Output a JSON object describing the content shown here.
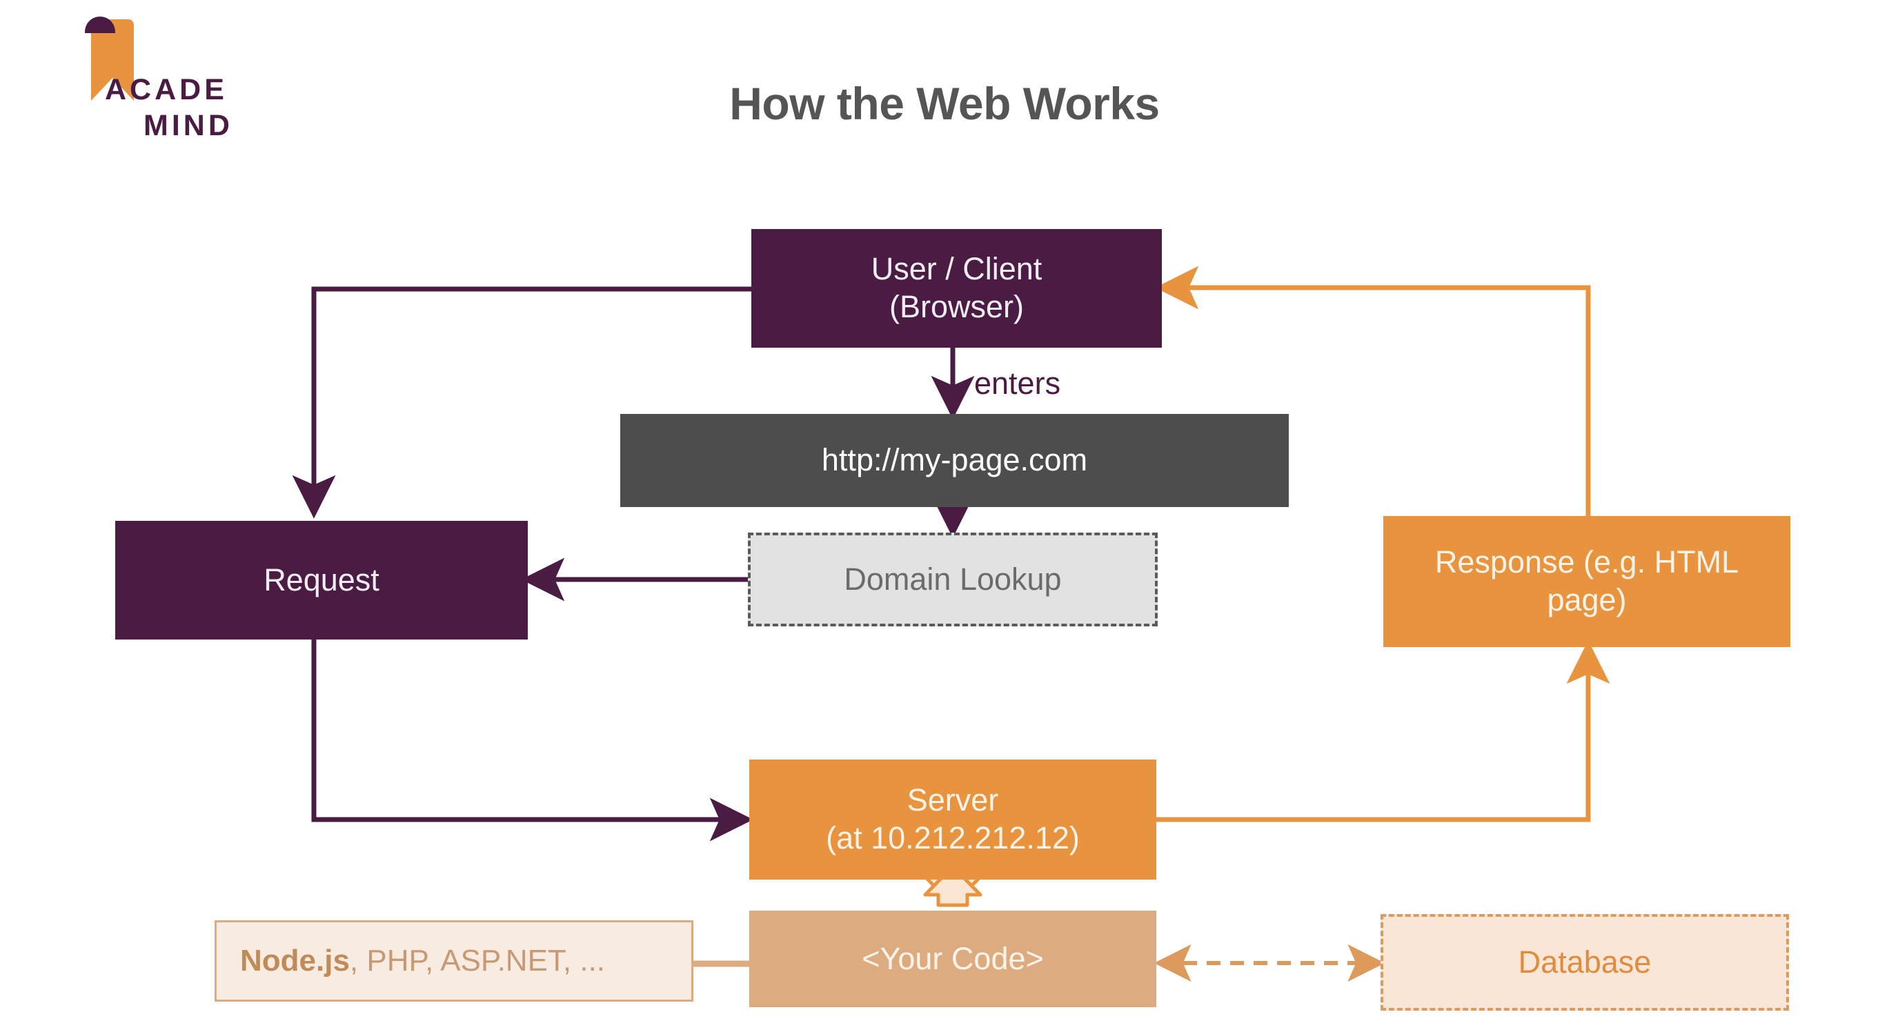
{
  "slide": {
    "title": "How the Web Works",
    "background_color": "#ffffff"
  },
  "logo": {
    "name": "academind-logo",
    "line1": "ACADE",
    "line2": "MIND",
    "mark_color": "#e8943f",
    "text_color": "#4a1c43"
  },
  "palette": {
    "purple": "#4a1c43",
    "orange": "#e8943f",
    "dark_gray": "#4d4d4d",
    "light_gray": "#e2e2e2",
    "tan": "#dcab80",
    "peach": "#fae6d6",
    "cream": "#f8ece2",
    "title_gray": "#555555"
  },
  "nodes": {
    "user_client": {
      "label_line1": "User / Client",
      "label_line2": "(Browser)",
      "fill": "#4a1c43",
      "text": "#f4eef4"
    },
    "url_bar": {
      "label": "http://my-page.com",
      "fill": "#4d4d4d",
      "text": "#ffffff"
    },
    "domain_lookup": {
      "label": "Domain Lookup",
      "fill": "#e2e2e2",
      "text": "#6b6b6b",
      "border": "dashed #5a5a5a"
    },
    "request": {
      "label": "Request",
      "fill": "#4a1c43",
      "text": "#f4eef4"
    },
    "response": {
      "label_line1": "Response (e.g. HTML",
      "label_line2": "page)",
      "fill": "#e8943f",
      "text": "#fdf3e8"
    },
    "server": {
      "label_line1": "Server",
      "label_line2": "(at 10.212.212.12)",
      "fill": "#e8943f",
      "text": "#fdf3e8"
    },
    "your_code": {
      "label": "<Your Code>",
      "fill": "#dcab80",
      "text": "#fdf3e8"
    },
    "languages": {
      "label_bold": "Node.js",
      "label_rest": ", PHP, ASP.NET, ...",
      "fill": "#f8ece2",
      "text": "#c89a73",
      "border": "#dcab80"
    },
    "database": {
      "label": "Database",
      "fill": "#fae6d6",
      "text": "#e08c3e",
      "border": "dashed #dd9a5c"
    }
  },
  "edges": {
    "enters_label": "enters",
    "connections": [
      {
        "from": "user_client",
        "to": "request",
        "color": "#4a1c43",
        "style": "solid",
        "arrow": "end"
      },
      {
        "from": "user_client",
        "to": "url_bar",
        "color": "#4a1c43",
        "style": "solid",
        "arrow": "end",
        "label": "enters"
      },
      {
        "from": "url_bar",
        "to": "domain_lookup",
        "color": "#4a1c43",
        "style": "solid",
        "arrow": "end"
      },
      {
        "from": "domain_lookup",
        "to": "request",
        "color": "#4a1c43",
        "style": "solid",
        "arrow": "end"
      },
      {
        "from": "request",
        "to": "server",
        "color": "#4a1c43",
        "style": "solid",
        "arrow": "end"
      },
      {
        "from": "server",
        "to": "response",
        "color": "#e8943f",
        "style": "solid",
        "arrow": "end"
      },
      {
        "from": "response",
        "to": "user_client",
        "color": "#e8943f",
        "style": "solid",
        "arrow": "end"
      },
      {
        "from": "server",
        "to": "your_code",
        "color": "#e8943f",
        "style": "block-double-arrow",
        "arrow": "both"
      },
      {
        "from": "languages",
        "to": "your_code",
        "color": "#dcab80",
        "style": "solid",
        "arrow": "none"
      },
      {
        "from": "your_code",
        "to": "database",
        "color": "#dd9a5c",
        "style": "dashed",
        "arrow": "both"
      }
    ]
  }
}
